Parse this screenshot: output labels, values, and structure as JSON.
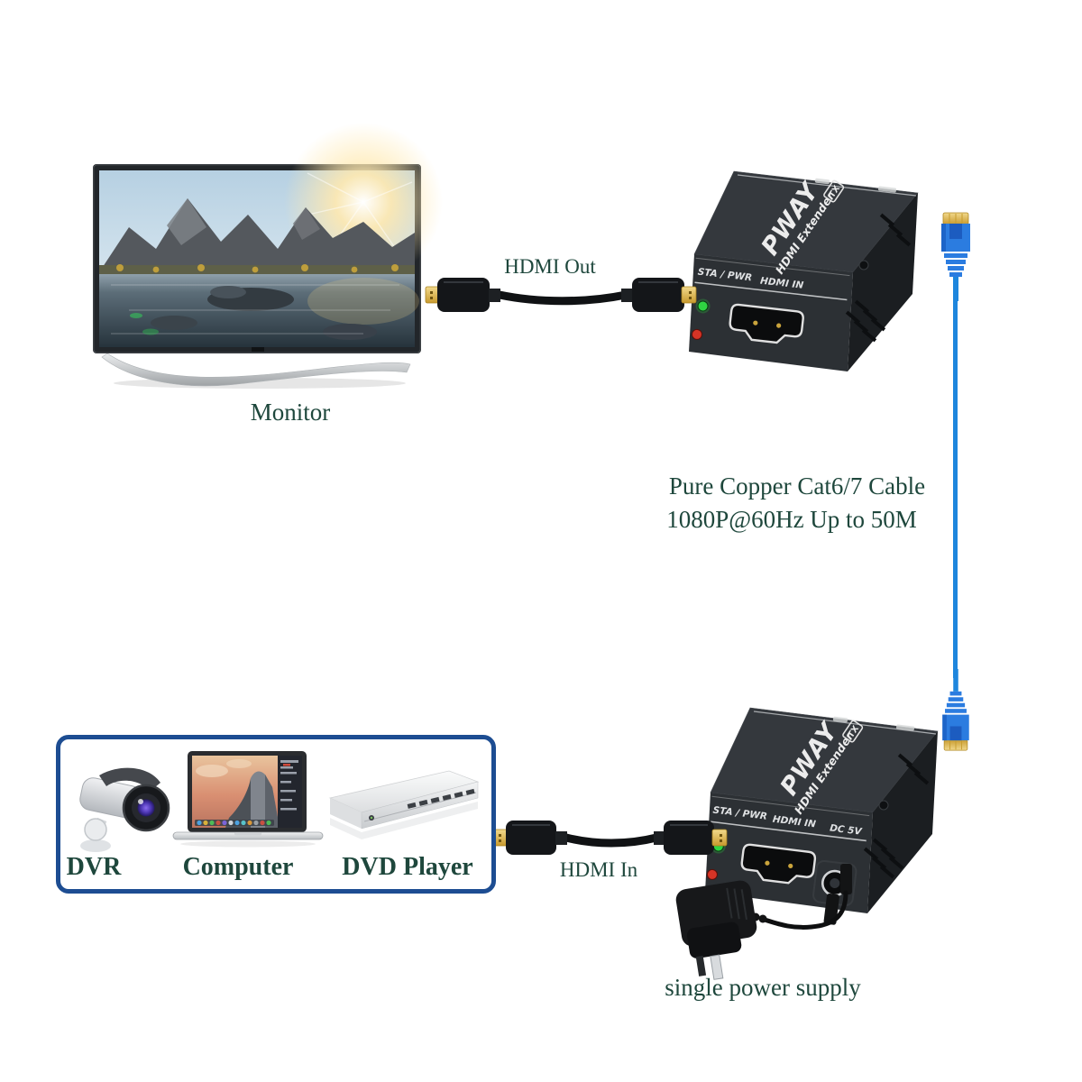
{
  "monitor": {
    "label": "Monitor"
  },
  "cables": {
    "hdmi_out_label": "HDMI Out",
    "hdmi_in_label": "HDMI In",
    "cat_line1": "Pure Copper Cat6/7 Cable",
    "cat_line2": "1080P@60Hz Up to 50M"
  },
  "extender_top": {
    "brand": "PWAY",
    "product": "HDMI Extender",
    "unit_badge": "TX",
    "status_label": "STA / PWR",
    "hdmi_port_label": "HDMI IN"
  },
  "extender_bottom": {
    "brand": "PWAY",
    "product": "HDMI Extender",
    "unit_badge": "TX",
    "status_label": "STA / PWR",
    "hdmi_port_label": "HDMI IN",
    "dc_port_label": "DC 5V"
  },
  "sources": {
    "items": [
      {
        "label": "DVR"
      },
      {
        "label": "Computer"
      },
      {
        "label": "DVD Player"
      }
    ]
  },
  "power": {
    "label": "single power supply"
  },
  "colors": {
    "text_green": "#1e473c",
    "panel_border_blue": "#1d4d92",
    "ethernet_blue": "#1e86dd",
    "connector_gold": "#d9b24a",
    "device_black": "#2c3034",
    "led_green": "#2fd542",
    "led_red": "#d63426"
  }
}
